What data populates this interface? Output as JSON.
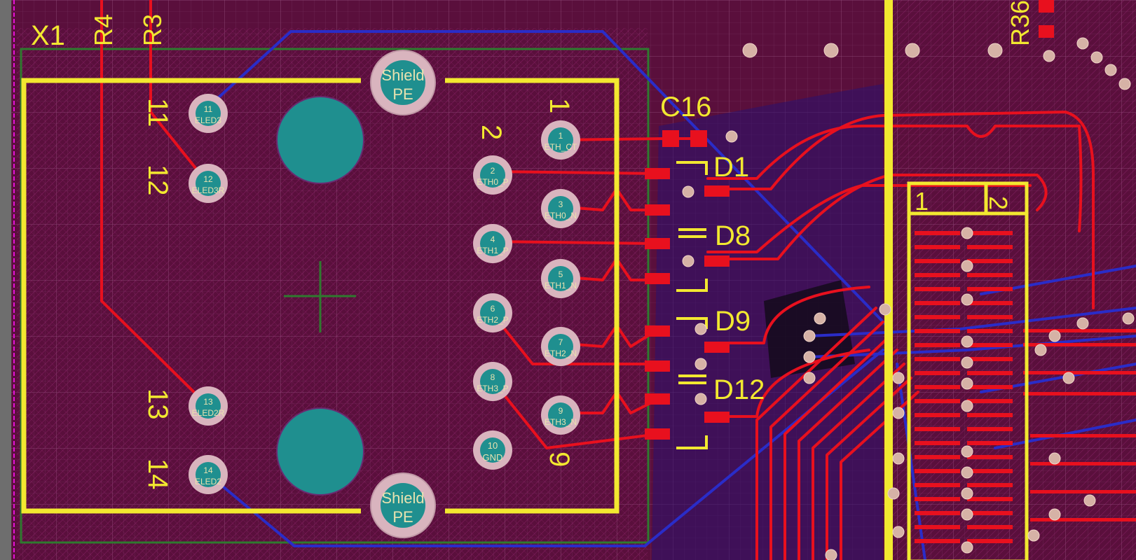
{
  "app": {
    "view": "PCB layout editor"
  },
  "colors": {
    "board": "#5a0f3c",
    "copper_pour": "#7a1858",
    "grid_minor": "#7d3a68",
    "grid_major": "#9a5b88",
    "top_copper": "#e8101e",
    "bottom_copper": "#2a2cc8",
    "silkscreen": "#f2e830",
    "pad_annulus": "#d9b4be",
    "pad_drill": "#1f8f8f",
    "keepout": "#e612d8",
    "via_fill": "#d6b2a6",
    "courtyard": "#2f7a2f"
  },
  "components": {
    "connector": {
      "ref": "X1",
      "shield_label": "Shield",
      "shield_net": "PE"
    },
    "top_refs": [
      "R4",
      "R3",
      "R36"
    ],
    "capacitor": "C16",
    "diodes": [
      "D1",
      "D8",
      "D9",
      "D12"
    ],
    "ic_pin_marks": [
      "1",
      "2"
    ]
  },
  "pins": [
    {
      "num": "1",
      "net": "ETH_CT",
      "silk": "1"
    },
    {
      "num": "2",
      "net": "ETH0_P",
      "silk": "2"
    },
    {
      "num": "3",
      "net": "ETH0_N"
    },
    {
      "num": "4",
      "net": "ETH1_P"
    },
    {
      "num": "5",
      "net": "ETH1_N"
    },
    {
      "num": "6",
      "net": "ETH2_P"
    },
    {
      "num": "7",
      "net": "ETH2_N"
    },
    {
      "num": "8",
      "net": "ETH3_P"
    },
    {
      "num": "9",
      "net": "ETH3_N",
      "silk": "9"
    },
    {
      "num": "10",
      "net": "GND"
    },
    {
      "num": "11",
      "net": "ELED3",
      "silk": "11"
    },
    {
      "num": "12",
      "net": "ELED3R",
      "silk": "12"
    },
    {
      "num": "13",
      "net": "ELED2R",
      "silk": "13"
    },
    {
      "num": "14",
      "net": "ELED2",
      "silk": "14"
    }
  ]
}
